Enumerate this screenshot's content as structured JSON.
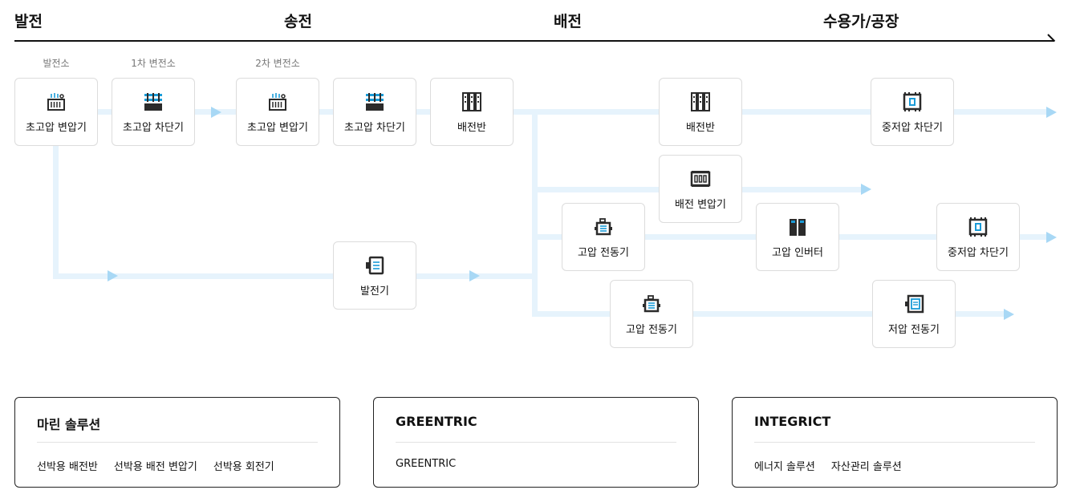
{
  "stages": [
    "발전",
    "송전",
    "배전",
    "수용가/공장"
  ],
  "sub_labels": [
    "발전소",
    "1차 변전소",
    "2차 변전소"
  ],
  "nodes": [
    {
      "label": "초고압 변압기",
      "icon": "transformer-icon"
    },
    {
      "label": "초고압 차단기",
      "icon": "breaker-icon"
    },
    {
      "label": "초고압 변압기",
      "icon": "transformer-icon"
    },
    {
      "label": "초고압 차단기",
      "icon": "breaker-icon"
    },
    {
      "label": "배전반",
      "icon": "switchboard-icon"
    },
    {
      "label": "배전반",
      "icon": "switchboard-icon"
    },
    {
      "label": "중저압 차단기",
      "icon": "low-voltage-breaker-icon"
    },
    {
      "label": "배전 변압기",
      "icon": "distribution-transformer-icon"
    },
    {
      "label": "고압 전동기",
      "icon": "motor-icon"
    },
    {
      "label": "고압 인버터",
      "icon": "inverter-icon"
    },
    {
      "label": "중저압 차단기",
      "icon": "low-voltage-breaker-icon"
    },
    {
      "label": "발전기",
      "icon": "generator-icon"
    },
    {
      "label": "고압 전동기",
      "icon": "motor-icon"
    },
    {
      "label": "저압 전동기",
      "icon": "low-voltage-motor-icon"
    }
  ],
  "cards": [
    {
      "title": "마린 솔루션",
      "links": [
        "선박용 배전반",
        "선박용 배전 변압기",
        "선박용 회전기"
      ]
    },
    {
      "title": "GREENTRIC",
      "links": [
        "GREENTRIC"
      ]
    },
    {
      "title": "INTEGRICT",
      "links": [
        "에너지 솔루션",
        "자산관리 솔루션"
      ]
    }
  ],
  "colors": {
    "accent": "#1a9bd7",
    "flow": "#e6f3fc",
    "arrow": "#a8d8f5",
    "icon": "#2b2b2b"
  }
}
